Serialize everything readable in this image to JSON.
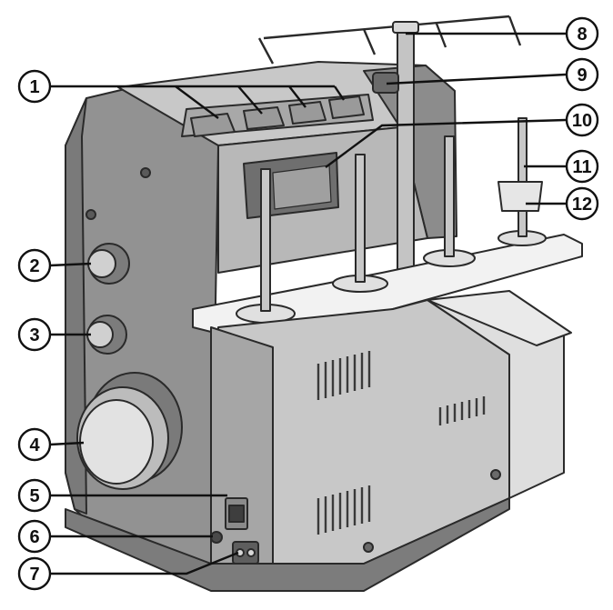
{
  "colors": {
    "body_dark": "#8f8f8f",
    "body_mid": "#b4b4b4",
    "body_light": "#d6d6d6",
    "panel_white": "#f4f4f4",
    "outline": "#2a2a2a",
    "callout": "#111111"
  },
  "callouts": [
    {
      "id": "1",
      "label": "1"
    },
    {
      "id": "2",
      "label": "2"
    },
    {
      "id": "3",
      "label": "3"
    },
    {
      "id": "4",
      "label": "4"
    },
    {
      "id": "5",
      "label": "5"
    },
    {
      "id": "6",
      "label": "6"
    },
    {
      "id": "7",
      "label": "7"
    },
    {
      "id": "8",
      "label": "8"
    },
    {
      "id": "9",
      "label": "9"
    },
    {
      "id": "10",
      "label": "10"
    },
    {
      "id": "11",
      "label": "11"
    },
    {
      "id": "12",
      "label": "12"
    }
  ]
}
